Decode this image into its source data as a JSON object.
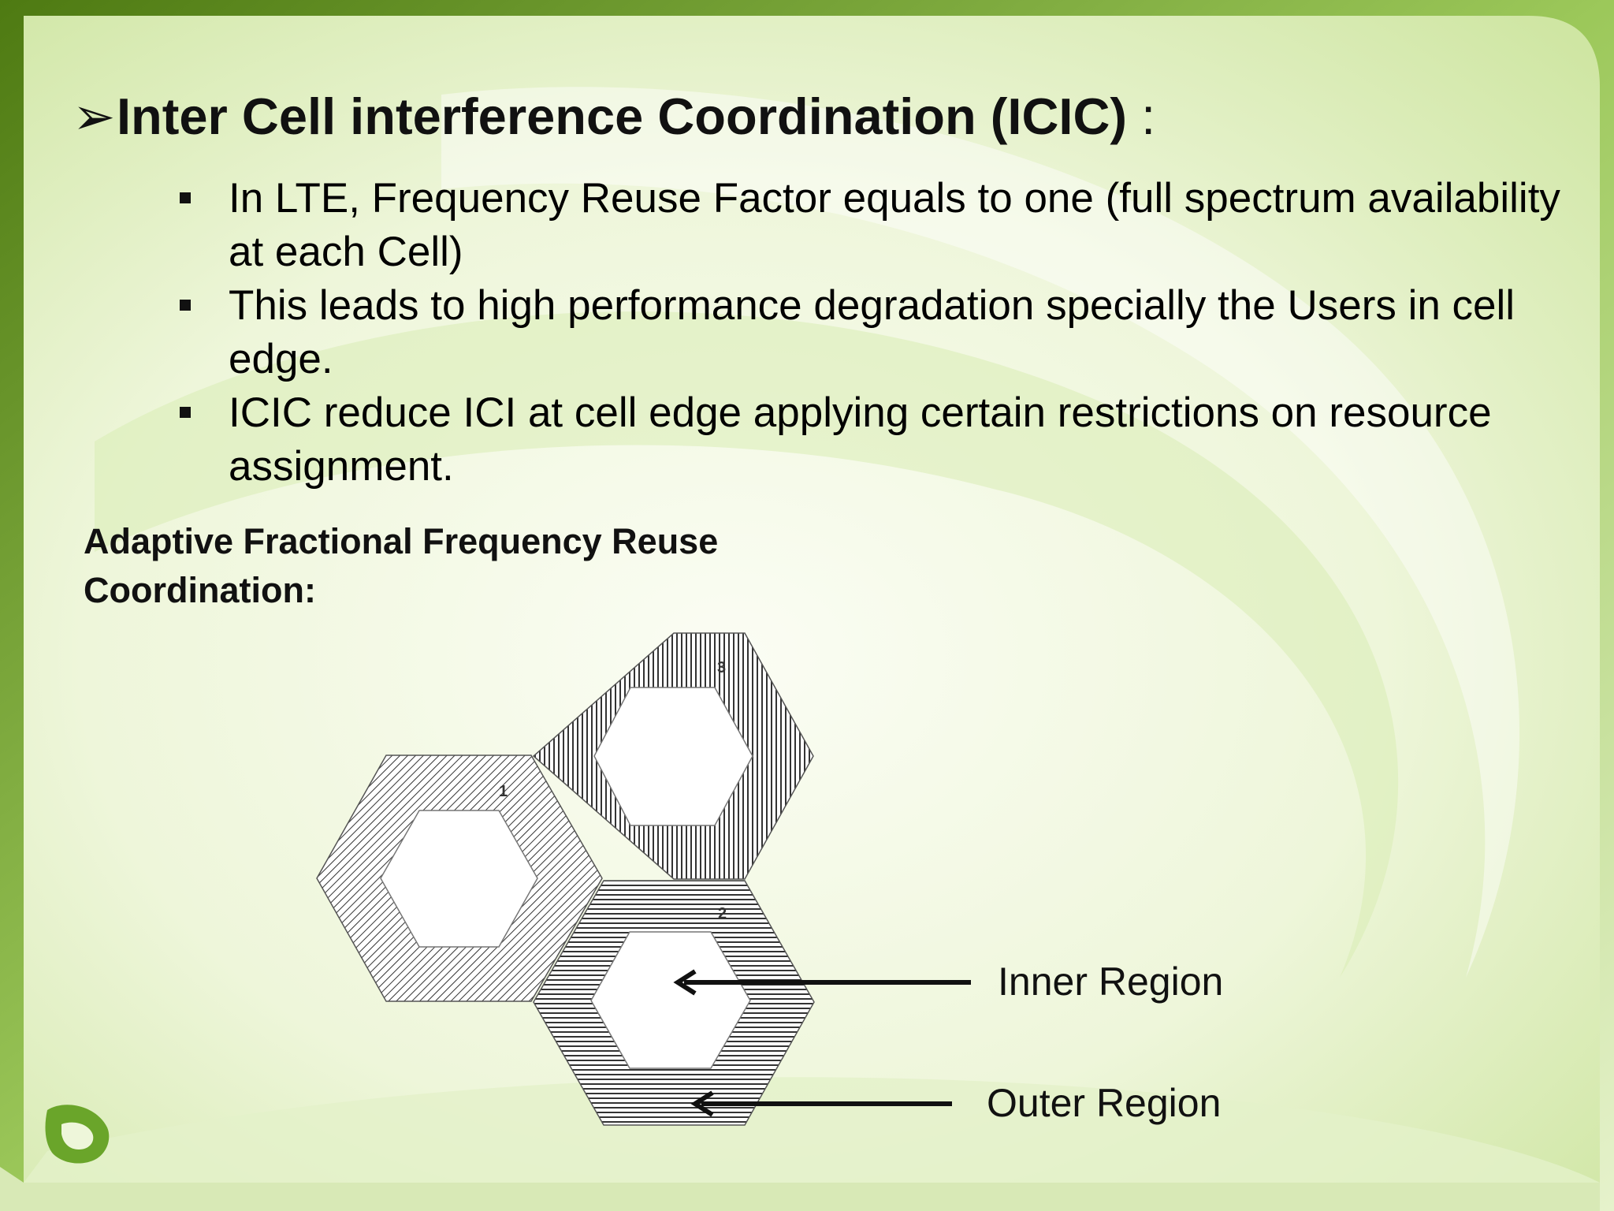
{
  "slide": {
    "title_marker": "➢",
    "title": "Inter Cell interference Coordination (ICIC)",
    "title_suffix": " :",
    "bullets": [
      "In LTE, Frequency Reuse Factor equals to one (full spectrum availability at each Cell)",
      "This leads to high performance degradation specially the Users in cell edge.",
      "ICIC reduce ICI at cell edge applying certain restrictions on resource assignment."
    ],
    "subheading": "Adaptive Fractional Frequency Reuse Coordination:"
  },
  "diagram": {
    "cells": [
      {
        "number": "1",
        "hatch": "diagonal"
      },
      {
        "number": "2",
        "hatch": "horizontal"
      },
      {
        "number": "3",
        "hatch": "vertical"
      }
    ],
    "labels": {
      "inner": "Inner Region",
      "outer": "Outer Region"
    }
  },
  "colors": {
    "background_light": "#f3f8e6",
    "background_green": "#8fc04a",
    "frame_dark_green": "#5a7a1a",
    "logo_green": "#6aa52a"
  },
  "icons": {
    "logo": "etisalat-logo-icon"
  }
}
